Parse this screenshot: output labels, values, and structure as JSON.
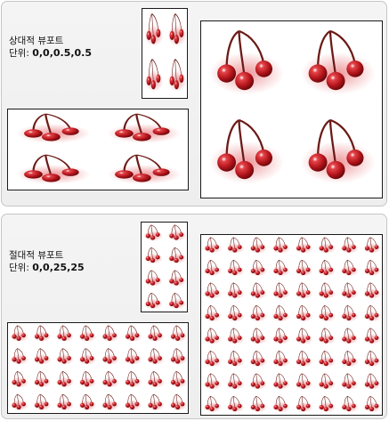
{
  "relative": {
    "heading": "상대적 뷰포트",
    "unit_label": "단위:",
    "unit_value": "0,0,0.5,0.5"
  },
  "absolute": {
    "heading": "절대적 뷰포트",
    "unit_label": "단위:",
    "unit_value": "0,0,25,25"
  },
  "colors": {
    "cherry": "#b2151b",
    "stem": "#6b1a16",
    "panel_border": "#c6c6c6",
    "box_border": "#1a1a1a"
  }
}
